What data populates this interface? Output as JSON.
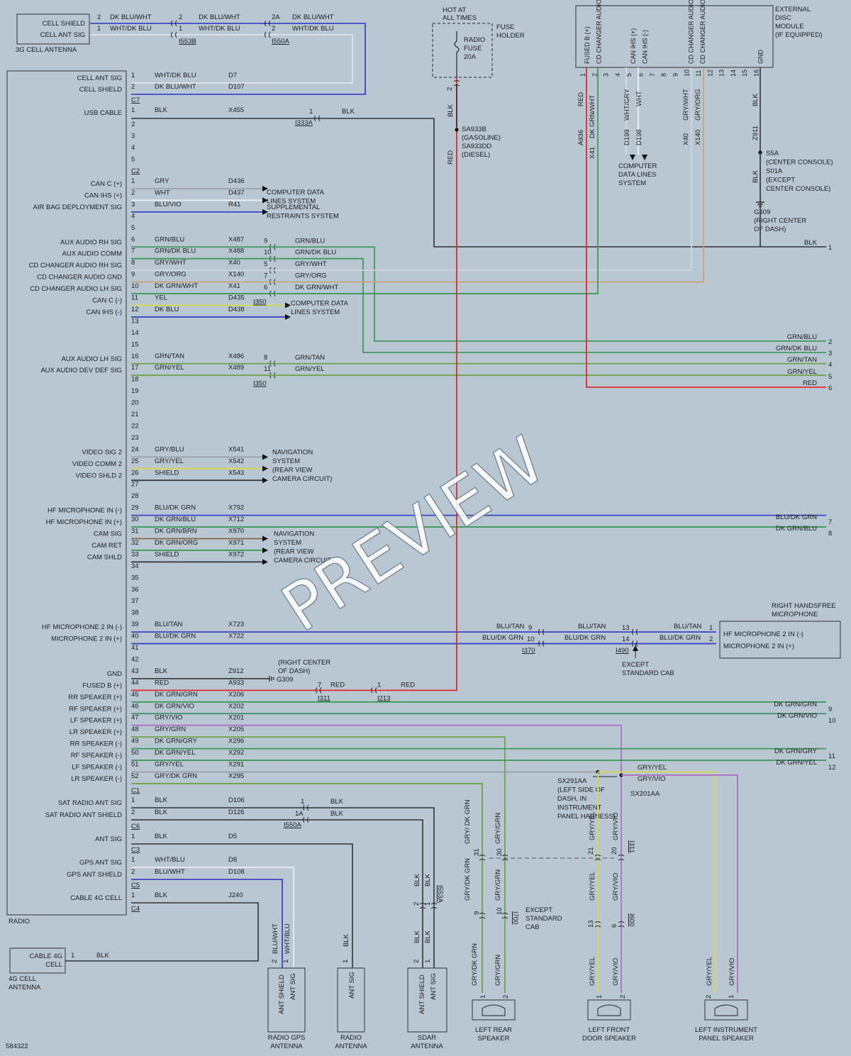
{
  "watermark": "PREVIEW",
  "doc_id": "584322",
  "colors": {
    "bg": "#b9c7d2",
    "red": "#e12a2a",
    "blue": "#3c46c4",
    "green": "#3e9a5a",
    "grn": "#6aa448",
    "yel": "#d8d84c",
    "blk": "#333333",
    "gry": "#9aa0a6",
    "wht": "#f2f2f2",
    "org": "#c9a47a",
    "vio": "#b070c8",
    "brn": "#8a6a44"
  },
  "radio": {
    "label": "RADIO"
  },
  "cell3g": {
    "title": "3G CELL ANTENNA",
    "pins": [
      {
        "label": "CELL SHIELD",
        "num": "2",
        "color": "DK BLU/WHT"
      },
      {
        "label": "CELL ANT SIG",
        "num": "1",
        "color": "WHT/DK BLU"
      }
    ],
    "mid_color_top": "DK BLU/WHT",
    "mid_color_bot": "WHT/DK BLU",
    "mid_pin_top": "2",
    "mid_pin_bot": "1",
    "right_pin_top": "2A",
    "right_pin_bot": "2",
    "conn1": "I553B",
    "conn2": "I550A"
  },
  "fuse": {
    "hot": [
      "HOT AT",
      "ALL TIMES"
    ],
    "holder": [
      "FUSE",
      "HOLDER"
    ],
    "fuse": [
      "RADIO",
      "FUSE",
      "20A"
    ],
    "pin": "2",
    "wire": "BLK",
    "splice": [
      "SA933B",
      "(GASOLINE)",
      "SA933DD",
      "(DIESEL)"
    ],
    "red": "RED"
  },
  "edm": {
    "title": [
      "EXTERNAL",
      "DISC",
      "MODULE",
      "(IF EQUIPPED)"
    ],
    "pins": [
      "FUSED B (+)",
      "CD CHANGER AUDIO LH SIG",
      "",
      "",
      "CAN IHS (+)",
      "CAN IHS (-)",
      "",
      "",
      "",
      "CD CHANGER AUDIO RH SIG",
      "CD CHANGER AUDIO GND",
      "",
      "",
      "",
      "",
      "GND"
    ],
    "nums": [
      "1",
      "2",
      "3",
      "4",
      "5",
      "6",
      "7",
      "8",
      "9",
      "10",
      "11",
      "12",
      "13",
      "14",
      "15",
      "16"
    ],
    "wires": {
      "red": "RED",
      "red_c": "A936",
      "dkgrn": "DK GRN/WHT",
      "dkgrn_c": "X41",
      "wg": "WHT/GRY",
      "wg_c": "D199",
      "wht": "WHT",
      "wht_c": "D198",
      "gw": "GRY/WHT",
      "gw_c": "X40",
      "go": "GRY/ORG",
      "go_c": "X140",
      "blk": "BLK",
      "blk_c": "Z911"
    },
    "cdl": [
      "COMPUTER",
      "DATA LINES",
      "SYSTEM"
    ],
    "s5a": [
      "S5A",
      "(CENTER CONSOLE)",
      "S01A",
      "(EXCEPT",
      "CENTER CONSOLE)"
    ],
    "g309": [
      "G309",
      "(RIGHT CENTER",
      "OF DASH)"
    ]
  },
  "radio_connectors": {
    "C7": [
      {
        "n": "1",
        "label": "CELL ANT SIG",
        "color": "WHT/DK BLU",
        "circuit": "D7"
      },
      {
        "n": "2",
        "label": "CELL SHIELD",
        "color": "DK BLU/WHT",
        "circuit": "D107"
      }
    ],
    "C7_name": "C7",
    "usb": {
      "n": "1",
      "label": "USB CABLE",
      "color": "BLK",
      "circuit": "X455",
      "pin": "1",
      "dest": "BLK",
      "conn": "I333A",
      "nums": [
        "2",
        "3",
        "4",
        "5"
      ]
    },
    "C2_name": "C2",
    "C2": [
      {
        "n": "1",
        "label": "CAN C (+)",
        "color": "GRY",
        "circuit": "D436"
      },
      {
        "n": "2",
        "label": "CAN IHS (+)",
        "color": "WHT",
        "circuit": "D437"
      },
      {
        "n": "3",
        "label": "AIR BAG DEPLOYMENT SIG",
        "color": "BLU/VIO",
        "circuit": "R41"
      },
      {
        "n": "4"
      },
      {
        "n": "5"
      },
      {
        "n": "6",
        "label": "AUX AUDIO RH SIG",
        "color": "GRN/BLU",
        "circuit": "X487",
        "pin": "9",
        "dest": "GRN/BLU"
      },
      {
        "n": "7",
        "label": "AUX AUDIO COMM",
        "color": "GRN/DK BLU",
        "circuit": "X488",
        "pin": "10",
        "dest": "GRN/DK BLU"
      },
      {
        "n": "8",
        "label": "CD CHANGER AUDIO RH SIG",
        "color": "GRY/WHT",
        "circuit": "X40",
        "pin": "5",
        "dest": "GRY/WHT"
      },
      {
        "n": "9",
        "label": "CD CHANGER AUDIO GND",
        "color": "GRY/ORG",
        "circuit": "X140",
        "pin": "7",
        "dest": "GRY/ORG"
      },
      {
        "n": "10",
        "label": "CD CHANGER AUDIO LH SIG",
        "color": "DK GRN/WHT",
        "circuit": "X41",
        "pin": "6",
        "dest": "DK GRN/WHT"
      },
      {
        "n": "11",
        "label": "CAN C (-)",
        "color": "YEL",
        "circuit": "D435"
      },
      {
        "n": "12",
        "label": "CAN IHS (-)",
        "color": "DK BLU",
        "circuit": "D438"
      },
      {
        "n": "13"
      },
      {
        "n": "14"
      },
      {
        "n": "15"
      },
      {
        "n": "16",
        "label": "AUX AUDIO LH SIG",
        "color": "GRN/TAN",
        "circuit": "X486",
        "pin": "8",
        "dest": "GRN/TAN"
      },
      {
        "n": "17",
        "label": "AUX AUDIO DEV DEF SIG",
        "color": "GRN/YEL",
        "circuit": "X489",
        "pin": "11",
        "dest": "GRN/YEL"
      },
      {
        "n": "18"
      },
      {
        "n": "19"
      },
      {
        "n": "20"
      },
      {
        "n": "21"
      },
      {
        "n": "22"
      },
      {
        "n": "23"
      },
      {
        "n": "24",
        "label": "VIDEO SIG 2",
        "color": "GRY/BLU",
        "circuit": "X541"
      },
      {
        "n": "25",
        "label": "VIDEO COMM 2",
        "color": "GRY/YEL",
        "circuit": "X542"
      },
      {
        "n": "26",
        "label": "VIDEO SHLD 2",
        "color": "SHIELD",
        "circuit": "X543"
      },
      {
        "n": "27"
      },
      {
        "n": "28"
      },
      {
        "n": "29",
        "label": "HF MICROPHONE IN (-)",
        "color": "BLU/DK GRN",
        "circuit": "X792"
      },
      {
        "n": "30",
        "label": "HF MICROPHONE IN (+)",
        "color": "DK GRN/BLU",
        "circuit": "X712"
      },
      {
        "n": "31",
        "label": "CAM SIG",
        "color": "DK GRN/BRN",
        "circuit": "X970"
      },
      {
        "n": "32",
        "label": "CAM RET",
        "color": "DK GRN/ORG",
        "circuit": "X971"
      },
      {
        "n": "33",
        "label": "CAM SHLD",
        "color": "SHIELD",
        "circuit": "X972"
      },
      {
        "n": "34"
      },
      {
        "n": "35"
      },
      {
        "n": "36"
      },
      {
        "n": "37"
      },
      {
        "n": "38"
      },
      {
        "n": "39",
        "label": "HF MICROPHONE 2 IN (-)",
        "color": "BLU/TAN",
        "circuit": "X723"
      },
      {
        "n": "40",
        "label": "MICROPHONE 2 IN (+)",
        "color": "BLU/DK GRN",
        "circuit": "X722"
      },
      {
        "n": "41"
      },
      {
        "n": "42"
      },
      {
        "n": "43",
        "label": "GND",
        "color": "BLK",
        "circuit": "Z912"
      },
      {
        "n": "44",
        "label": "FUSED B (+)",
        "color": "RED",
        "circuit": "A933"
      },
      {
        "n": "45",
        "label": "RR SPEAKER (+)",
        "color": "DK GRN/GRN",
        "circuit": "X206"
      },
      {
        "n": "46",
        "label": "RF SPEAKER (+)",
        "color": "DK GRN/VIO",
        "circuit": "X202"
      },
      {
        "n": "47",
        "label": "LF SPEAKER (+)",
        "color": "GRY/VIO",
        "circuit": "X201"
      },
      {
        "n": "48",
        "label": "LR SPEAKER (+)",
        "color": "GRY/GRN",
        "circuit": "X205"
      },
      {
        "n": "49",
        "label": "RR SPEAKER (-)",
        "color": "DK GRN/GRY",
        "circuit": "X296"
      },
      {
        "n": "50",
        "label": "RF SPEAKER (-)",
        "color": "DK GRN/YEL",
        "circuit": "X292"
      },
      {
        "n": "51",
        "label": "LF SPEAKER (-)",
        "color": "GRY/YEL",
        "circuit": "X291"
      },
      {
        "n": "52",
        "label": "LR SPEAKER (-)",
        "color": "GRY/DK GRN",
        "circuit": "X295"
      }
    ],
    "C1_name": "C1",
    "C6": [
      {
        "n": "1",
        "label": "SAT RADIO ANT SIG",
        "color": "BLK",
        "circuit": "D106",
        "pin": "1",
        "dest": "BLK"
      },
      {
        "n": "2",
        "label": "SAT RADIO ANT SHIELD",
        "color": "BLK",
        "circuit": "D126",
        "pin": "1A",
        "dest": "BLK"
      }
    ],
    "C6_name": "C6",
    "C6_conn": "I550A",
    "C3": [
      {
        "n": "1",
        "label": "ANT SIG",
        "color": "BLK",
        "circuit": "D5"
      }
    ],
    "C3_name": "C3",
    "C5": [
      {
        "n": "1",
        "label": "GPS ANT SIG",
        "color": "WHT/BLU",
        "circuit": "D8"
      },
      {
        "n": "2",
        "label": "GPS ANT SHIELD",
        "color": "BLU/WHT",
        "circuit": "D108"
      }
    ],
    "C5_name": "C5",
    "C4": [
      {
        "n": "1",
        "label": "CABLE 4G CELL",
        "color": "BLK",
        "circuit": "J240"
      }
    ],
    "C4_name": "C4"
  },
  "dest": {
    "cdl1": [
      "COMPUTER DATA",
      "LINES SYSTEM"
    ],
    "srs": [
      "SUPPLEMENTAL",
      "RESTRAINTS SYSTEM"
    ],
    "cdl2": [
      "COMPUTER DATA",
      "LINES SYSTEM"
    ],
    "nav": [
      "NAVIGATION",
      "SYSTEM",
      "(REAR VIEW",
      "CAMERA CIRCUIT)"
    ],
    "conn_i350": "I350",
    "right": [
      {
        "n": "1",
        "color": "BLK"
      },
      {
        "n": "2",
        "color": "GRN/BLU"
      },
      {
        "n": "3",
        "color": "GRN/DK BLU"
      },
      {
        "n": "4",
        "color": "GRN/TAN"
      },
      {
        "n": "5",
        "color": "GRN/YEL"
      },
      {
        "n": "6",
        "color": "RED"
      },
      {
        "n": "7",
        "color": "BLU/DK GRN"
      },
      {
        "n": "8",
        "color": "DK GRN/BLU"
      },
      {
        "n": "9",
        "color": "DK GRN/GRN"
      },
      {
        "n": "10",
        "color": "DK GRN/VIO"
      },
      {
        "n": "11",
        "color": "DK GRN/GRY"
      },
      {
        "n": "12",
        "color": "DK GRN/YEL"
      }
    ],
    "g309": [
      "(RIGHT CENTER",
      "OF DASH)"
    ],
    "g309_name": "G309",
    "red_pins": {
      "p1": "7",
      "p2": "1",
      "c1": "RED",
      "c2": "RED",
      "conn1": "I311",
      "conn2": "I213"
    }
  },
  "mic": {
    "title": [
      "RIGHT HANDSFREE",
      "MICROPHONE"
    ],
    "pins": [
      {
        "n": "1",
        "label": "HF MICROPHONE 2 IN (-)"
      },
      {
        "n": "2",
        "label": "MICROPHONE 2 IN (+)"
      }
    ],
    "w1": "BLU/TAN",
    "w2": "BLU/DK GRN",
    "p1a": "9",
    "p2a": "10",
    "p1b": "13",
    "p2b": "14",
    "c1": "I370",
    "c2": "I490",
    "except": [
      "EXCEPT",
      "STANDARD CAB"
    ]
  },
  "splices": {
    "sx291": [
      "SX291AA",
      "(LEFT SIDE OF",
      "DASH, IN",
      "INSTRUMENT",
      "PANEL HARNESS)"
    ],
    "sx201": "SX201AA",
    "gy": "GRY/YEL",
    "gv": "GRY/VIO"
  },
  "speakers": {
    "rear": {
      "title": [
        "LEFT REAR",
        "SPEAKER"
      ],
      "w1": "GRY/DK GRN",
      "w2": "GRY/GRN",
      "w1a": "GRY/ DK GRN",
      "p1": "31",
      "p2": "30",
      "p3": "9",
      "p4": "10",
      "conn": "I700",
      "except": [
        "EXCEPT",
        "STANDARD",
        "CAB"
      ],
      "pin1": "1",
      "pin2": "2"
    },
    "front": {
      "title": [
        "LEFT FRONT",
        "DOOR SPEAKER"
      ],
      "w1": "GRY/YEL",
      "w2": "GRY/VIO",
      "p1": "21",
      "p2": "20",
      "p3": "13",
      "p4": "6",
      "conn": "I311",
      "conn2": "I600",
      "pin1": "1",
      "pin2": "2"
    },
    "inst": {
      "title": [
        "LEFT INSTRUMENT",
        "PANEL SPEAKER"
      ],
      "w1": "GRY/YEL",
      "w2": "GRY/VIO",
      "pin1": "2",
      "pin2": "1"
    }
  },
  "antennas": {
    "gps": {
      "title": [
        "RADIO GPS",
        "ANTENNA"
      ],
      "pins": [
        "ANT SHIELD",
        "ANT SIG"
      ],
      "n": [
        "2",
        "1"
      ],
      "w1": "BLU/WHT",
      "w2": "WHT/BLU"
    },
    "radio": {
      "title": [
        "RADIO",
        "ANTENNA"
      ],
      "pins": [
        "ANT SIG"
      ],
      "n": [
        "1"
      ],
      "w1": "BLK"
    },
    "sdar": {
      "title": [
        "SDAR",
        "ANTENNA"
      ],
      "pins": [
        "ANT SHIELD",
        "ANT SIG"
      ],
      "n": [
        "2",
        "1"
      ],
      "w1": "BLK",
      "w2": "BLK",
      "conn": "I553A",
      "pa": "2",
      "pb": "1"
    }
  },
  "cell4g": {
    "title": [
      "CABLE 4G",
      "CELL"
    ],
    "caption": [
      "4G CELL",
      "ANTENNA"
    ],
    "pin": "1",
    "wire": "BLK"
  }
}
